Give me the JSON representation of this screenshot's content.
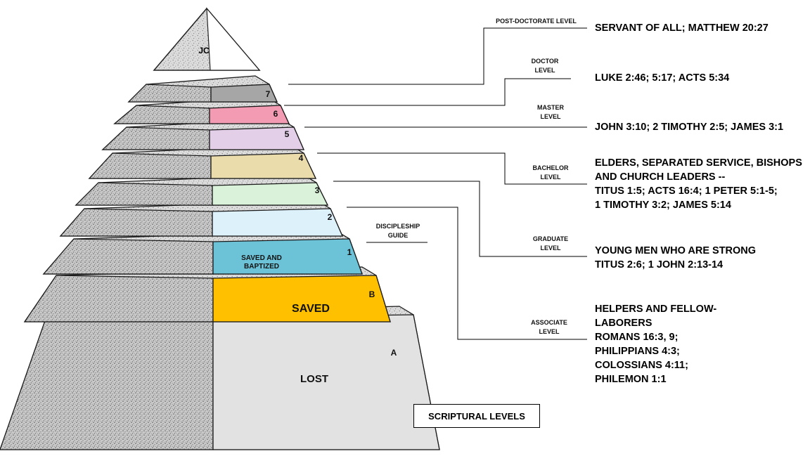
{
  "pyramid": {
    "apex": "JC",
    "tiers": [
      {
        "marker": "A",
        "label": "LOST",
        "color": "#e2e2e2"
      },
      {
        "marker": "B",
        "label": "SAVED",
        "color": "#ffc000"
      },
      {
        "marker": "1",
        "label": "SAVED AND BAPTIZED",
        "label_lines": [
          "SAVED AND",
          "BAPTIZED"
        ],
        "color": "#6cc3d8"
      },
      {
        "marker": "2",
        "label": "",
        "color": "#ddf1fb"
      },
      {
        "marker": "3",
        "label": "",
        "color": "#d9f2d9"
      },
      {
        "marker": "4",
        "label": "",
        "color": "#ebdcac"
      },
      {
        "marker": "5",
        "label": "",
        "color": "#e4cfe9"
      },
      {
        "marker": "6",
        "label": "",
        "color": "#f29bb3"
      },
      {
        "marker": "7",
        "label": "",
        "color": "#a6a6a6"
      }
    ]
  },
  "levels": {
    "discipleship": [
      "DISCIPLESHIP",
      "GUIDE"
    ],
    "associate": [
      "ASSOCIATE",
      "LEVEL"
    ],
    "graduate": [
      "GRADUATE",
      "LEVEL"
    ],
    "bachelor": [
      "BACHELOR",
      "LEVEL"
    ],
    "master": [
      "MASTER",
      "LEVEL"
    ],
    "doctor": [
      "DOCTOR",
      "LEVEL"
    ],
    "post_doctorate": [
      "POST-DOCTORATE LEVEL"
    ]
  },
  "references": {
    "post_doctorate": [
      "SERVANT OF ALL; MATTHEW 20:27"
    ],
    "doctor": [
      "LUKE 2:46; 5:17; ACTS 5:34"
    ],
    "master": [
      "JOHN 3:10; 2 TIMOTHY 2:5; JAMES 3:1"
    ],
    "bachelor": [
      "ELDERS, SEPARATED SERVICE, BISHOPS",
      "AND CHURCH LEADERS --",
      "TITUS 1:5; ACTS 16:4; 1 PETER 5:1-5;",
      "1 TIMOTHY 3:2; JAMES 5:14"
    ],
    "graduate": [
      "YOUNG MEN WHO ARE STRONG",
      "TITUS 2:6; 1 JOHN 2:13-14"
    ],
    "associate": [
      "HELPERS AND FELLOW-",
      "LABORERS",
      "ROMANS 16:3, 9;",
      "PHILIPPIANS 4:3;",
      "COLOSSIANS 4:11;",
      "PHILEMON 1:1"
    ]
  },
  "legend": "SCRIPTURAL LEVELS"
}
